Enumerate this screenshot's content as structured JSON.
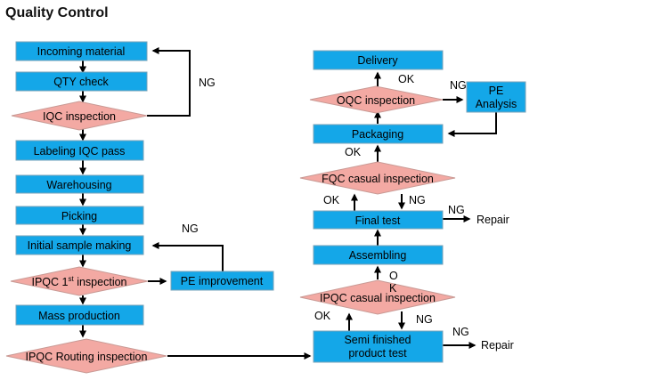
{
  "title": "Quality Control",
  "nodes": {
    "incoming": "Incoming material",
    "qty": "QTY check",
    "iqc": "IQC inspection",
    "labeling": "Labeling IQC pass",
    "warehousing": "Warehousing",
    "picking": "Picking",
    "initial": "Initial sample making",
    "ipqc1_pre": "IPQC 1",
    "ipqc1_sup": "st",
    "ipqc1_post": " inspection",
    "pe_improvement": "PE improvement",
    "mass": "Mass production",
    "routing": "IPQC Routing inspection",
    "semi_l1": "Semi finished",
    "semi_l2": "product test",
    "ipqc_casual": "IPQC casual inspection",
    "assembling": "Assembling",
    "final_test": "Final test",
    "fqc": "FQC casual inspection",
    "packaging": "Packaging",
    "oqc": "OQC inspection",
    "pe_analysis_l1": "PE",
    "pe_analysis_l2": "Analysis",
    "delivery": "Delivery"
  },
  "labels": {
    "ng_iqc": "NG",
    "ng_initial": "NG",
    "ng_oqc": "NG",
    "ok_oqc": "OK",
    "ok_packaging": "OK",
    "ok_fqc": "OK",
    "ng_fqc": "NG",
    "ng_final": "NG",
    "repair_final": "Repair",
    "ok_ipqc_casual_1": "O",
    "ok_ipqc_casual_2": "K",
    "ok_semi": "OK",
    "ng_ipqc_casual": "NG",
    "ng_semi": "NG",
    "repair_semi": "Repair"
  }
}
